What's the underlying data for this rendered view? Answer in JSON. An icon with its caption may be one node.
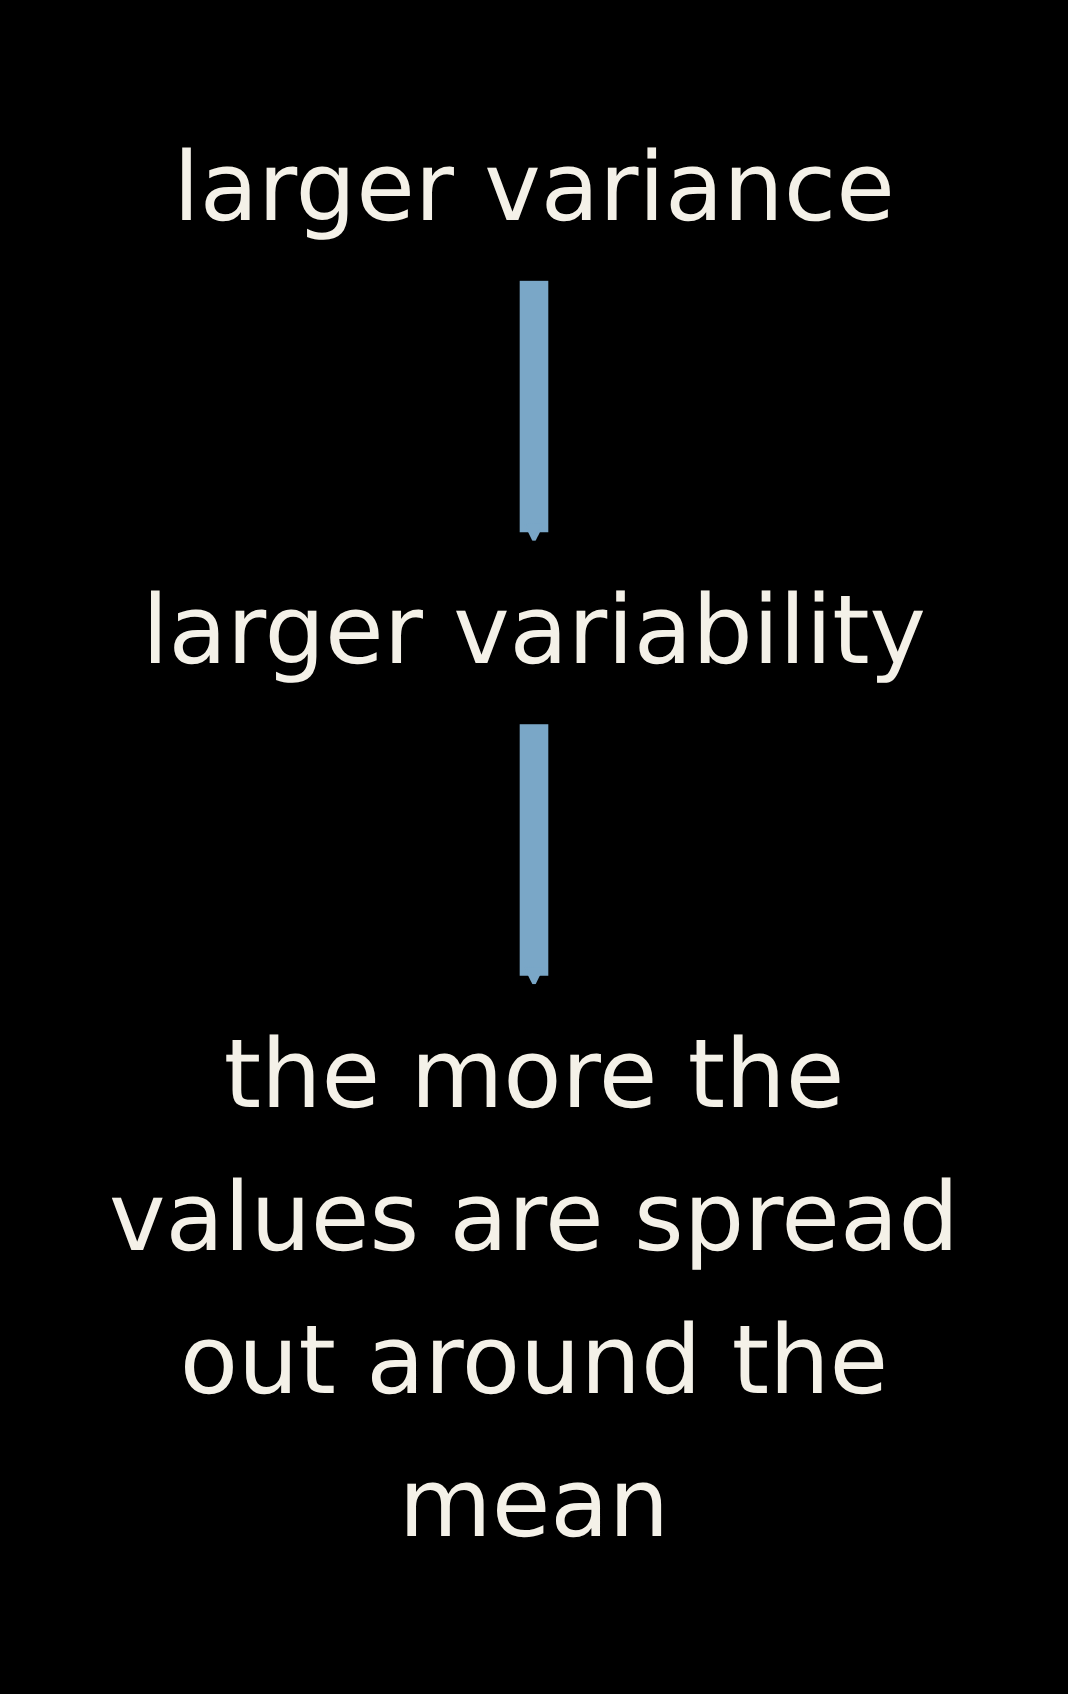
{
  "diagram": {
    "nodes": [
      {
        "text": [
          "larger variance"
        ]
      },
      {
        "text": [
          "larger variability"
        ]
      },
      {
        "text": [
          "the more the values are spread out around the mean"
        ]
      }
    ],
    "edges": [
      {
        "from": 0,
        "to": 1,
        "arrow": "to"
      },
      {
        "from": 1,
        "to": 2,
        "arrow": "to"
      }
    ]
  }
}
